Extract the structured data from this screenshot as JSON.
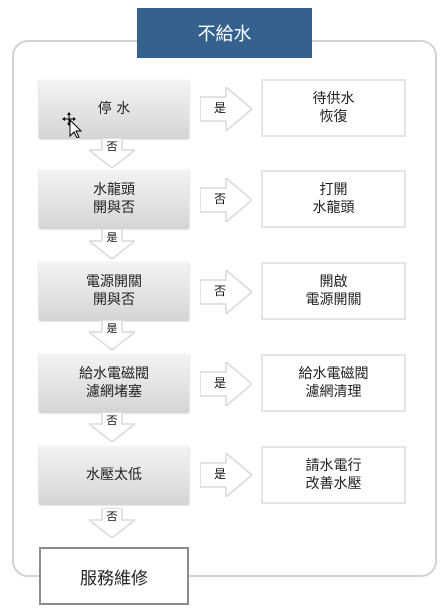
{
  "title": "不給水",
  "steps": [
    {
      "label": "停 水",
      "solution": "待供水\n恢復",
      "yes_label": "是"
    },
    {
      "label": "水龍頭\n開與否",
      "solution": "打開\n水龍頭",
      "yes_label": "否"
    },
    {
      "label": "電源開關\n開與否",
      "solution": "開啟\n電源開關",
      "yes_label": "否"
    },
    {
      "label": "給水電磁閥\n濾網堵塞",
      "solution": "給水電磁閥\n濾網清理",
      "yes_label": "是"
    },
    {
      "label": "水壓太低",
      "solution": "請水電行\n改善水壓",
      "yes_label": "是"
    }
  ],
  "down_labels": [
    "否",
    "是",
    "是",
    "否",
    "否"
  ],
  "final": "服務維修",
  "colors": {
    "title_bg": "#35618f",
    "box_gradient_top": "#f4f4f4",
    "box_gradient_bottom": "#d5d5d5"
  }
}
